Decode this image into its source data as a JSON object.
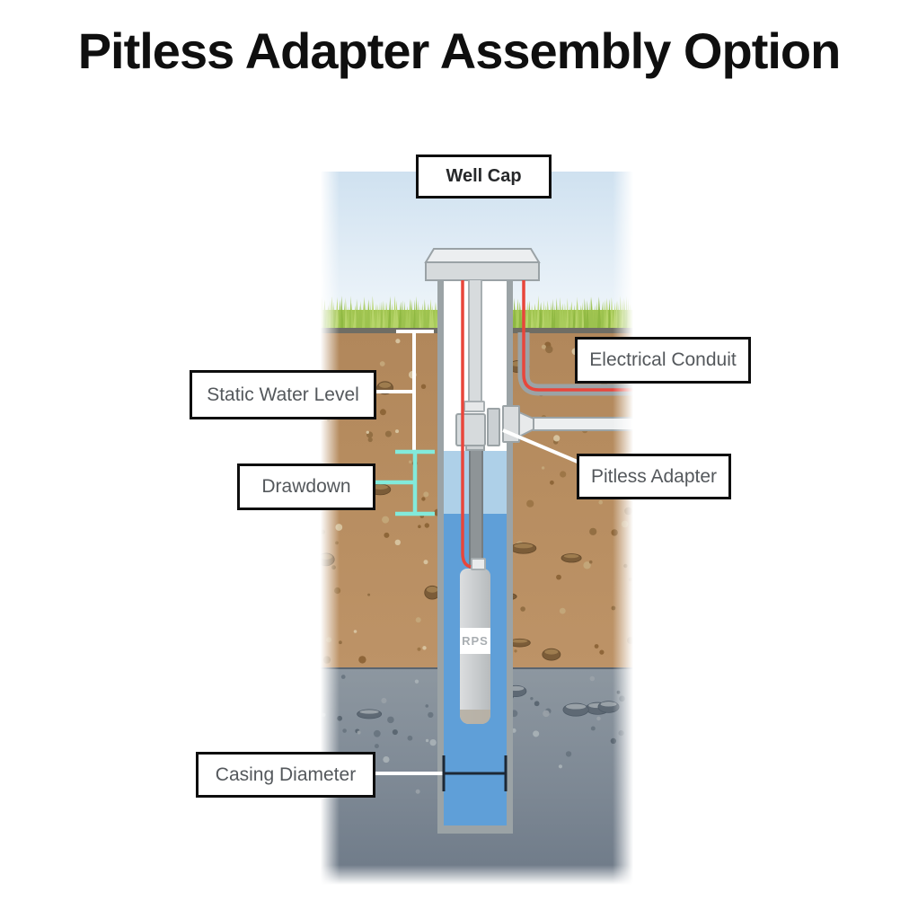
{
  "title": "Pitless Adapter Assembly Option",
  "labels": {
    "well_cap": "Well Cap",
    "electrical_conduit": "Electrical Conduit",
    "static_water_level": "Static Water Level",
    "pitless_adapter": "Pitless Adapter",
    "drawdown": "Drawdown",
    "casing_diameter": "Casing Diameter"
  },
  "pump": {
    "brand": "RPS"
  },
  "colors": {
    "wire_red": "#e8463b",
    "measure_cyan": "#82eadb",
    "measure_white": "#ffffff",
    "measure_black": "#1d2835",
    "water_light": "#aed0e8",
    "water_dark": "#5f9fd8",
    "casing_gray": "#9ba3a6",
    "sky_top": "#cfe1f0",
    "grass_green": "#a2c551",
    "soil_brown": "#b78d60",
    "soil_gray_top": "#8d97a0",
    "soil_gray_bottom": "#6d7987",
    "label_border": "#0e0e0e"
  }
}
